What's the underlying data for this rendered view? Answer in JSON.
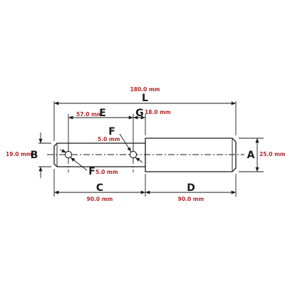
{
  "dimensions": {
    "L": {
      "letter": "L",
      "value": "180.0 mm"
    },
    "E": {
      "letter": "E",
      "value": "57.0 mm"
    },
    "G": {
      "letter": "G",
      "value": "18.0 mm"
    },
    "F_top": {
      "letter": "F",
      "value": "5.0 mm"
    },
    "F_bottom": {
      "letter": "F",
      "value": "5.0 mm"
    },
    "B": {
      "letter": "B",
      "value": "19.0 mm"
    },
    "A": {
      "letter": "A",
      "value": "25.0 mm"
    },
    "C": {
      "letter": "C",
      "value": "90.0 mm"
    },
    "D": {
      "letter": "D",
      "value": "90.0 mm"
    }
  },
  "colors": {
    "line": "#1a1a1a",
    "dimension_text": "#b0282b"
  }
}
